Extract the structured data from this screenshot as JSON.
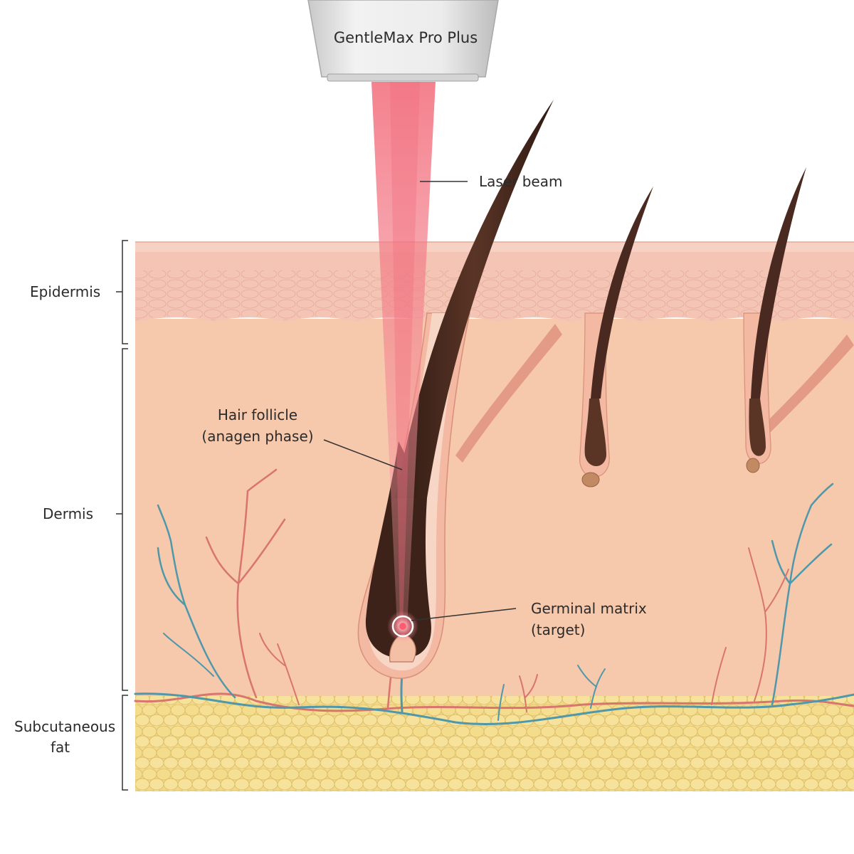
{
  "device": {
    "name": "GentleMax Pro Plus"
  },
  "labels": {
    "laser_beam": "Laser beam",
    "epidermis": "Epidermis",
    "dermis": "Dermis",
    "subcutaneous_line1": "Subcutaneous",
    "subcutaneous_line2": "fat",
    "hair_follicle_line1": "Hair follicle",
    "hair_follicle_line2": "(anagen phase)",
    "germinal_line1": "Germinal matrix",
    "germinal_line2": "(target)"
  },
  "colors": {
    "epidermis": "#f4c4b4",
    "dermis": "#f6c8ac",
    "fat": "#f2d98a",
    "hair": "#4a2a20",
    "laser": "#f26b7a",
    "vein": "#4f98ab",
    "artery": "#d9756f",
    "device": "#e6e6e6"
  }
}
